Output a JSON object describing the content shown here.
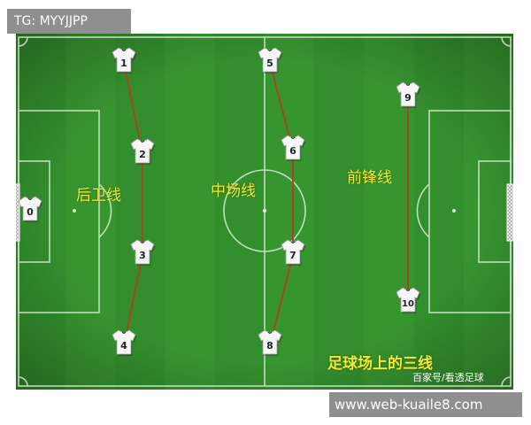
{
  "watermark_top": "TG: MYYJJPP",
  "watermark_bottom": "www.web-kuaile8.com",
  "labels": {
    "defense": "后卫线",
    "midfield": "中场线",
    "forward": "前锋线"
  },
  "caption": "足球场上的三线",
  "source": "百家号/看透足球",
  "players": [
    "0",
    "1",
    "2",
    "3",
    "4",
    "5",
    "6",
    "7",
    "8",
    "9",
    "10"
  ],
  "colors": {
    "grass_dark": "#2f8a2a",
    "grass_light": "#3a9a33",
    "line": "#d8ecd2",
    "link": "#a5481e",
    "label": "#f4e830"
  }
}
